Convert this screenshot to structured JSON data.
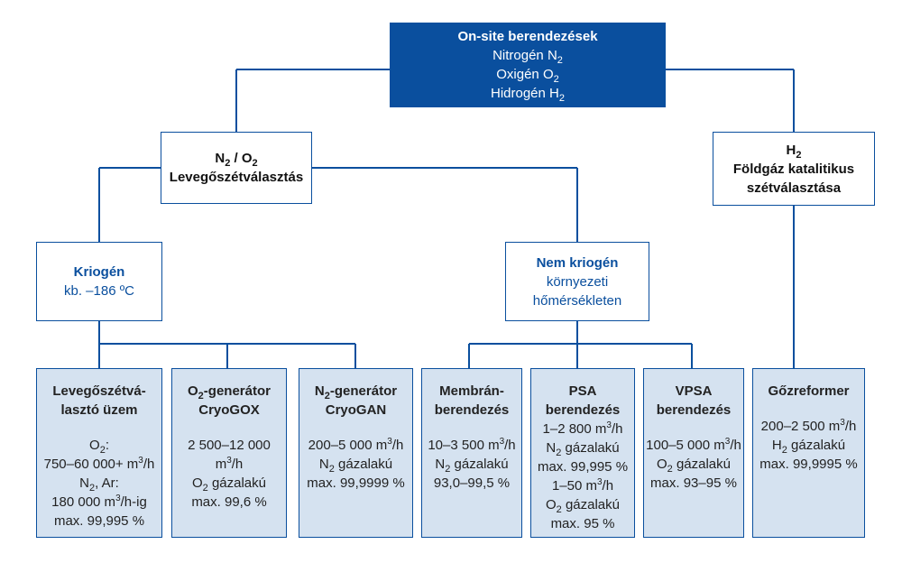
{
  "root": {
    "title": "On-site berendezések",
    "lines": [
      {
        "text": "Nitrogén N",
        "sub": "2"
      },
      {
        "text": "Oxigén O",
        "sub": "2"
      },
      {
        "text": "Hidrogén H",
        "sub": "2"
      }
    ]
  },
  "air_separation": {
    "title_a": "N",
    "title_sub_a": "2",
    "title_sep": " / O",
    "title_sub_b": "2",
    "subtitle": "Levegőszétválasztás"
  },
  "h2_branch": {
    "title": "H",
    "title_sub": "2",
    "line1": "Földgáz katalitikus",
    "line2": "szétválasztása"
  },
  "cryogenic": {
    "title": "Kriogén",
    "subtitle": "kb. –186 ºC"
  },
  "non_cryogenic": {
    "title": "Nem kriogén",
    "line1": "környezeti",
    "line2": "hőmérsékleten"
  },
  "leaves": {
    "air_plant": {
      "title1": "Levegőszétvá-",
      "title2": "lasztó üzem",
      "l1": "O",
      "l1_sub": "2",
      "l1_tail": ":",
      "l2": "750–60 000+ m",
      "l2_sup": "3",
      "l2_tail": "/h",
      "l3": "N",
      "l3_sub": "2",
      "l3_tail": ", Ar:",
      "l4": "180 000 m",
      "l4_sup": "3",
      "l4_tail": "/h-ig",
      "l5": "max. 99,995 %"
    },
    "o2_generator": {
      "title1": "O",
      "title1_sub": "2",
      "title1_tail": "-generátor",
      "title2": "CryoGOX",
      "l1": "2 500–12 000 m",
      "l1_sup": "3",
      "l1_tail": "/h",
      "l2": "O",
      "l2_sub": "2",
      "l2_tail": " gázalakú",
      "l3": "max. 99,6 %"
    },
    "n2_generator": {
      "title1": "N",
      "title1_sub": "2",
      "title1_tail": "-generátor",
      "title2": "CryoGAN",
      "l1": "200–5 000 m",
      "l1_sup": "3",
      "l1_tail": "/h",
      "l2": "N",
      "l2_sub": "2",
      "l2_tail": " gázalakú",
      "l3": "max. 99,9999 %"
    },
    "membrane": {
      "title1": "Membrán-",
      "title2": "berendezés",
      "l1": "10–3 500 m",
      "l1_sup": "3",
      "l1_tail": "/h",
      "l2": "N",
      "l2_sub": "2",
      "l2_tail": " gázalakú",
      "l3": "93,0–99,5 %"
    },
    "psa": {
      "title1": "PSA",
      "title2": "berendezés",
      "l1": "1–2 800 m",
      "l1_sup": "3",
      "l1_tail": "/h",
      "l2": "N",
      "l2_sub": "2",
      "l2_tail": " gázalakú",
      "l3": "max. 99,995 %",
      "l4": "1–50 m",
      "l4_sup": "3",
      "l4_tail": "/h",
      "l5": "O",
      "l5_sub": "2",
      "l5_tail": " gázalakú",
      "l6": "max. 95 %"
    },
    "vpsa": {
      "title1": "VPSA",
      "title2": "berendezés",
      "l1": "100–5 000 m",
      "l1_sup": "3",
      "l1_tail": "/h",
      "l2": "O",
      "l2_sub": "2",
      "l2_tail": " gázalakú",
      "l3": "max. 93–95 %"
    },
    "steam_reformer": {
      "title1": "Gőzreformer",
      "l1": "200–2 500 m",
      "l1_sup": "3",
      "l1_tail": "/h",
      "l2": "H",
      "l2_sub": "2",
      "l2_tail": " gázalakú",
      "l3": "max. 99,9995 %"
    }
  },
  "colors": {
    "primary": "#0a4f9e",
    "leaf_fill": "#d5e2f0",
    "line": "#0a4f9e"
  }
}
